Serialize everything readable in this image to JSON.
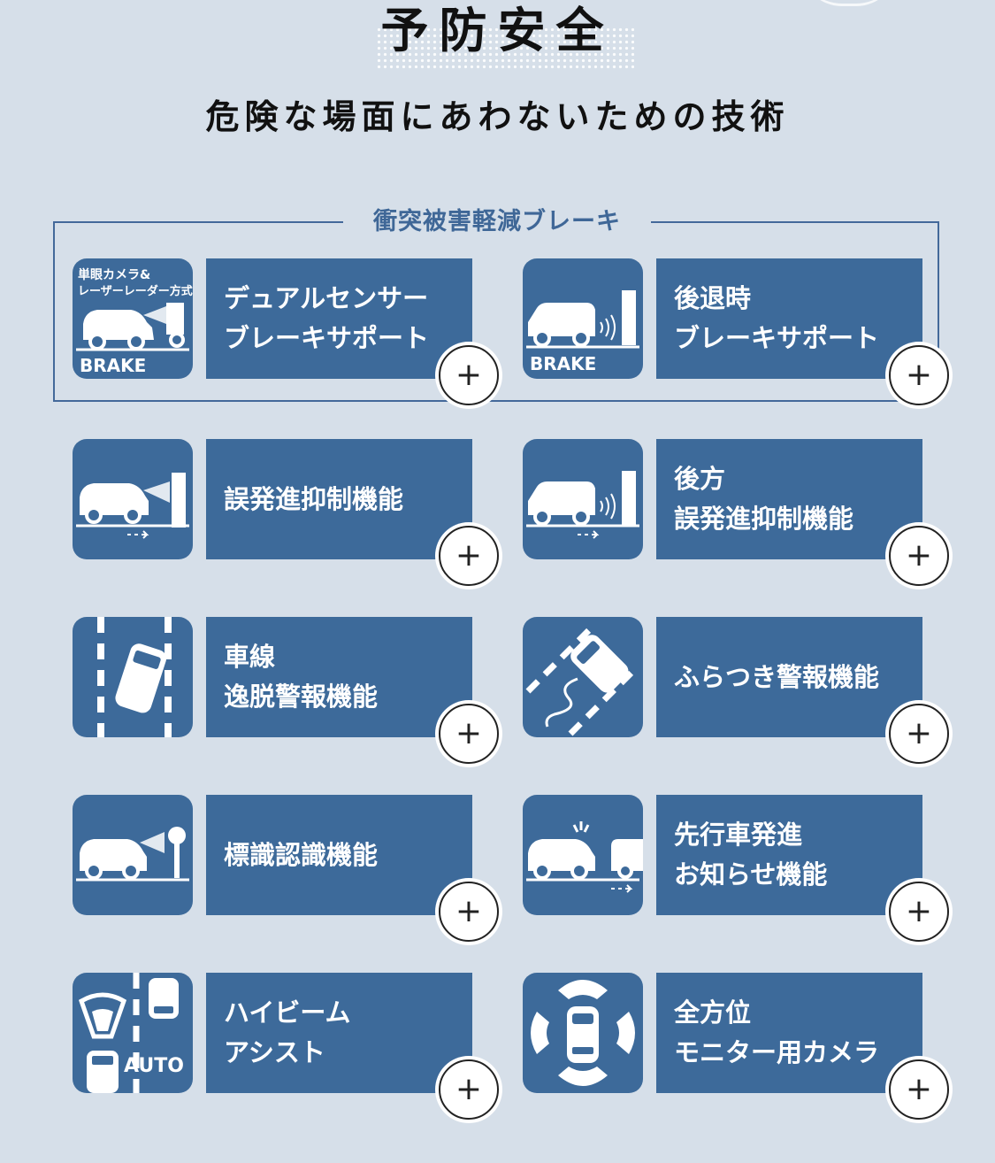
{
  "header": {
    "title": "予防安全",
    "subtitle": "危険な場面にあわないための技術"
  },
  "group": {
    "label": "衝突被害軽減ブレーキ"
  },
  "icons": {
    "brake_text": "BRAKE",
    "mono_camera_text_line1": "単眼カメラ&",
    "mono_camera_text_line2": "レーザーレーダー方式",
    "auto_text": "AUTO",
    "plus": "+"
  },
  "features": [
    {
      "label": "デュアルセンサー\nブレーキサポート",
      "icon": "dual-sensor-brake-icon"
    },
    {
      "label": "後退時\nブレーキサポート",
      "icon": "rear-brake-icon"
    },
    {
      "label": "誤発進抑制機能",
      "icon": "false-start-prevention-icon"
    },
    {
      "label": "後方\n誤発進抑制機能",
      "icon": "rear-false-start-prevention-icon"
    },
    {
      "label": "車線\n逸脱警報機能",
      "icon": "lane-departure-icon"
    },
    {
      "label": "ふらつき警報機能",
      "icon": "weaving-warning-icon"
    },
    {
      "label": "標識認識機能",
      "icon": "sign-recognition-icon"
    },
    {
      "label": "先行車発進\nお知らせ機能",
      "icon": "lead-car-departure-icon"
    },
    {
      "label": "ハイビーム\nアシスト",
      "icon": "high-beam-assist-icon"
    },
    {
      "label": "全方位\nモニター用カメラ",
      "icon": "surround-camera-icon"
    }
  ],
  "colors": {
    "background": "#d6dfe9",
    "tile": "#3d6a9a",
    "group_border": "#44699a",
    "group_label": "#3f6797"
  }
}
